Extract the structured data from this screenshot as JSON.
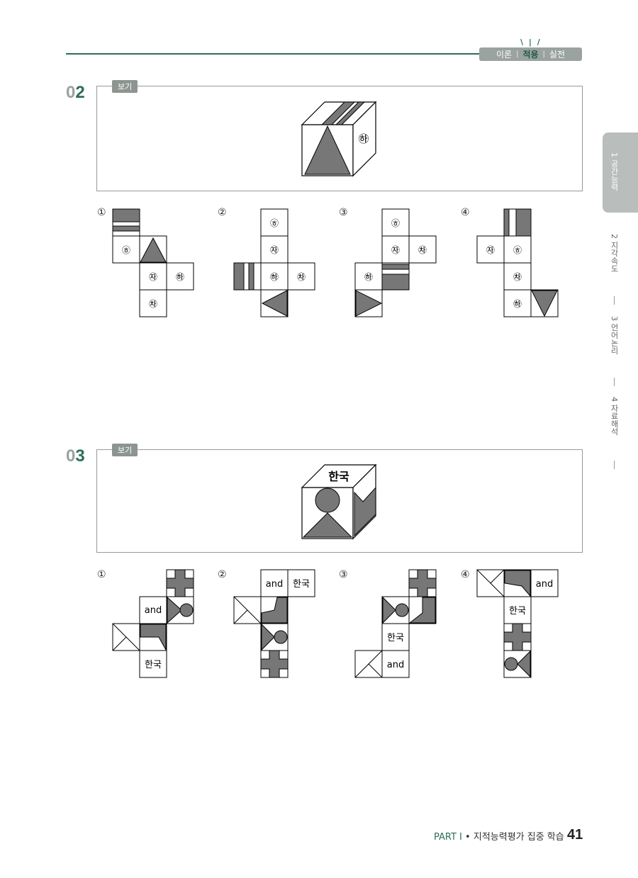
{
  "header": {
    "tabs": [
      "이론",
      "적용",
      "실전"
    ],
    "active_index": 1,
    "separator": "|",
    "spark": "\\ | /"
  },
  "side_nav": [
    "1 공간능력",
    "2 지각속도",
    "3 언어논리",
    "4 자료해석"
  ],
  "questions": [
    {
      "number_prefix": "0",
      "number_main": "2",
      "bogi_label": "보기",
      "reference_cube_label": "㉻",
      "options": [
        {
          "num": "①",
          "cells": [
            "㉭",
            "㉶",
            "㉻",
            "㉷"
          ]
        },
        {
          "num": "②",
          "cells": [
            "㉭",
            "㉶",
            "㉻",
            "㉷"
          ]
        },
        {
          "num": "③",
          "cells": [
            "㉭",
            "㉶",
            "㉷",
            "㉻"
          ]
        },
        {
          "num": "④",
          "cells": [
            "㉶",
            "㉭",
            "㉷",
            "㉻"
          ]
        }
      ]
    },
    {
      "number_prefix": "0",
      "number_main": "3",
      "bogi_label": "보기",
      "reference_cube_label": "한국",
      "options": [
        {
          "num": "①",
          "cells": [
            "and",
            "한국"
          ]
        },
        {
          "num": "②",
          "cells": [
            "and",
            "한국"
          ]
        },
        {
          "num": "③",
          "cells": [
            "한국",
            "and"
          ]
        },
        {
          "num": "④",
          "cells": [
            "and",
            "한국"
          ]
        }
      ]
    }
  ],
  "footer": {
    "part": "PART Ⅰ",
    "bullet": "•",
    "title": "지적능력평가 집중 학습",
    "page": "41"
  }
}
